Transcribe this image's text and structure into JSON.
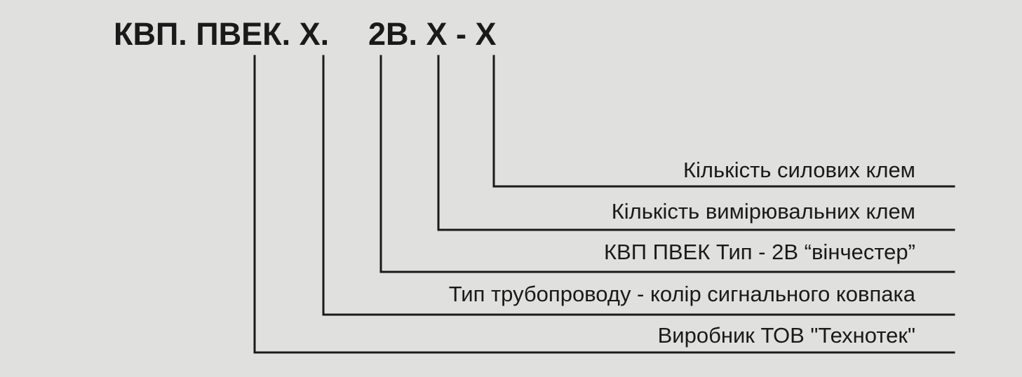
{
  "code": {
    "prefix": "КВП. ПВЕК. Х.",
    "suffix": "2В. Х - Х"
  },
  "labels": {
    "power_terminals": "Кількість силових клем",
    "measuring_terminals": "Кількість вимірювальних клем",
    "type": "КВП ПВЕК Тип - 2В “вінчестер”",
    "pipeline_type": "Тип трубопроводу - колір сигнального ковпака",
    "manufacturer": "Виробник ТОВ \"Технотек\""
  },
  "colors": {
    "background": "#e0e0df",
    "ink": "#1a1a1a"
  }
}
